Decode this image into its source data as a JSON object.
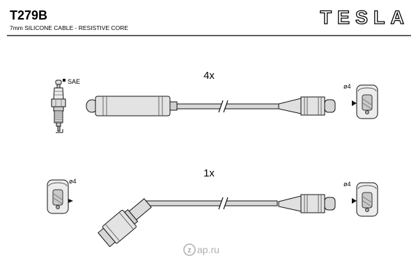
{
  "header": {
    "part_number": "T279B",
    "subtitle": "7mm SILICONE CABLE - RESISTIVE CORE",
    "brand": "TESLA"
  },
  "diagram": {
    "top_assembly": {
      "quantity": "4x",
      "plug_standard": "SAE",
      "terminal_diameter": "ø4"
    },
    "bottom_assembly": {
      "quantity": "1x",
      "left_terminal_diameter": "ø4",
      "right_terminal_diameter": "ø4"
    }
  },
  "watermark": {
    "logo_letter": "z",
    "site": "ap.ru"
  }
}
